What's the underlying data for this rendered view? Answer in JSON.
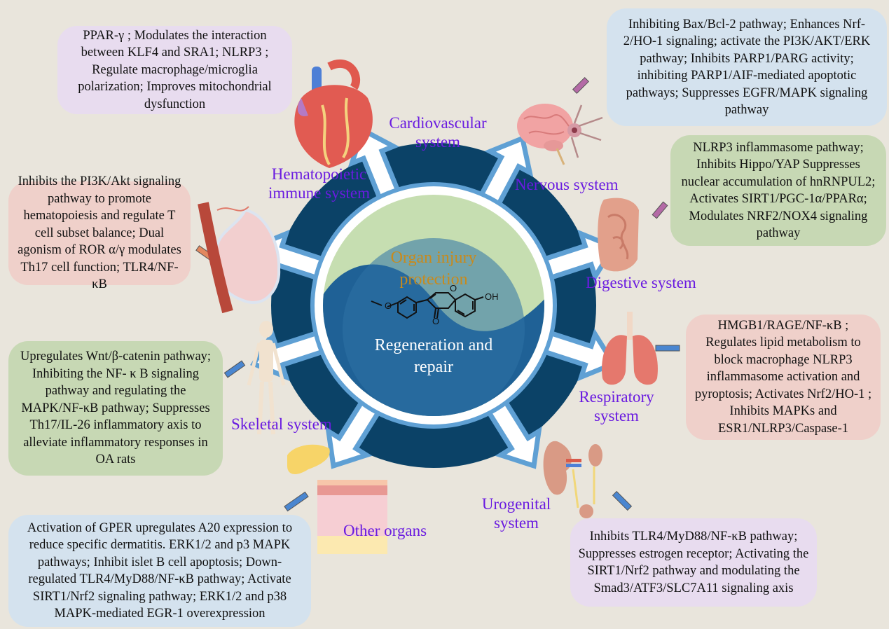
{
  "center": {
    "top_label": "Organ injury protection",
    "top_label_line1": "Organ injury",
    "top_label_line2": "protection",
    "bottom_label_line1": "Regeneration and",
    "bottom_label_line2": "repair",
    "molecule_group": "OH",
    "molecule_oxygen": "O"
  },
  "colors": {
    "background": "#e9e5dc",
    "ring_dark": "#0b4267",
    "arrow_outline": "#5fa0d4",
    "center_green": "#c6deb1",
    "center_blue": "#2a6a9e",
    "system_label": "#6a1be0",
    "center_top_label": "#c88a1c"
  },
  "systems": [
    {
      "id": "cardiovascular",
      "label_line1": "Cardiovascular",
      "label_line2": "system",
      "icon": "heart-icon",
      "box_color": "purple",
      "mechanisms": "PPAR-γ ; Modulates the interaction between KLF4 and SRA1; NLRP3 ; Regulate macrophage/microglia polarization; Improves mitochondrial dysfunction"
    },
    {
      "id": "nervous",
      "label_line1": "Nervous system",
      "label_line2": "",
      "icon": "brain-icon",
      "box_color": "blue",
      "mechanisms": "Inhibiting Bax/Bcl-2 pathway; Enhances Nrf-2/HO-1 signaling; activate the PI3K/AKT/ERK pathway; Inhibits PARP1/PARG activity; inhibiting PARP1/AIF-mediated apoptotic pathways; Suppresses EGFR/MAPK signaling pathway"
    },
    {
      "id": "digestive",
      "label_line1": "Digestive system",
      "label_line2": "",
      "icon": "intestine-icon",
      "box_color": "green",
      "mechanisms": "NLRP3 inflammasome pathway; Inhibits Hippo/YAP Suppresses nuclear accumulation of hnRNPUL2; Activates SIRT1/PGC-1α/PPARα; Modulates NRF2/NOX4 signaling pathway"
    },
    {
      "id": "respiratory",
      "label_line1": "Respiratory",
      "label_line2": "system",
      "icon": "lungs-icon",
      "box_color": "pink",
      "mechanisms": "HMGB1/RAGE/NF-κB ; Regulates lipid metabolism to block macrophage NLRP3 inflammasome activation and pyroptosis; Activates Nrf2/HO-1 ; Inhibits MAPKs and ESR1/NLRP3/Caspase-1"
    },
    {
      "id": "urogenital",
      "label_line1": "Urogenital",
      "label_line2": "system",
      "icon": "kidney-icon",
      "box_color": "purple",
      "mechanisms": "Inhibits TLR4/MyD88/NF-κB pathway; Suppresses estrogen receptor; Activating the SIRT1/Nrf2 pathway and modulating the Smad3/ATF3/SLC7A11 signaling axis"
    },
    {
      "id": "other",
      "label_line1": "Other organs",
      "label_line2": "",
      "icon": "skin-pancreas-icon",
      "box_color": "blue",
      "mechanisms": "Activation of GPER upregulates A20 expression to reduce specific dermatitis. ERK1/2 and p3 MAPK pathways; Inhibit islet B cell apoptosis; Down-regulated TLR4/MyD88/NF-κB pathway; Activate SIRT1/Nrf2 signaling pathway; ERK1/2 and p38 MAPK-mediated EGR-1 overexpression"
    },
    {
      "id": "skeletal",
      "label_line1": "Skeletal system",
      "label_line2": "",
      "icon": "skeleton-icon",
      "box_color": "green",
      "mechanisms": "Upregulates Wnt/β-catenin pathway; Inhibiting the NF- κ B signaling pathway and regulating the MAPK/NF-κB pathway; Suppresses Th17/IL-26 inflammatory axis to alleviate inflammatory responses in OA rats"
    },
    {
      "id": "hematopoietic",
      "label_line1": "Hematopoietic",
      "label_line2": "immune system",
      "icon": "blood-vessel-icon",
      "box_color": "pink",
      "mechanisms": "Inhibits the PI3K/Akt signaling pathway to promote hematopoiesis and regulate T cell subset balance; Dual agonism of ROR α/γ modulates Th17 cell function; TLR4/NF-κB"
    }
  ]
}
